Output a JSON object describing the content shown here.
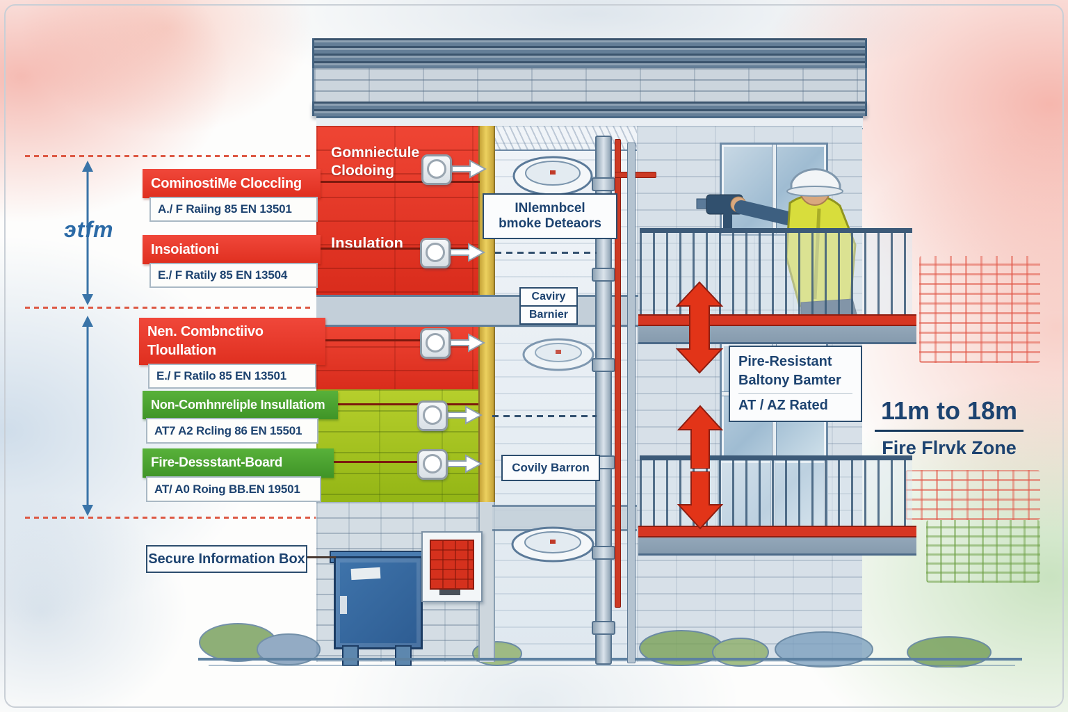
{
  "measurements": {
    "height_label": "эtfm",
    "zone_range": "11m to 18m",
    "zone_name": "Fire Flrvk Zone"
  },
  "material_labels": [
    {
      "name": "CominostiMe Cloccling",
      "rating": "A./ F Raiing 85 EN 13501"
    },
    {
      "name": "Insoiationi",
      "rating": "E./ F Ratily 85 EN 13504"
    },
    {
      "name": "Nen. Combnctiivo Tloullation",
      "rating": "E./ F Ratilo 85 EN 13501"
    },
    {
      "name": "Non-Comhnreliple Insullatiom",
      "rating": "AT7 A2 Rcling 86 EN 15501"
    },
    {
      "name": "Fire-Dessstant-Board",
      "rating": "AT/ A0 Roing BB.EN 19501"
    }
  ],
  "facade_text": {
    "cladding_line1": "Gomniectule",
    "cladding_line2": "Clodoing",
    "insulation": "Insulation"
  },
  "callouts": {
    "secure_box": "Secure Information Box",
    "smoke_line1": "INlemnbcel",
    "smoke_line2": "bmoke Deteaors",
    "cavity_upper_line1": "Caviry",
    "cavity_upper_line2": "Barnier",
    "cavity_lower": "Covily Barron",
    "balcony_line1": "Pire-Resistant",
    "balcony_line2": "Baltony Bamter",
    "balcony_line3": "AT / AZ Rated"
  },
  "colors": {
    "cladding_red": "#e0392a",
    "insulation_green": "#a8c427",
    "label_green": "#4aa32f",
    "cavity_yellow": "#e5c44e",
    "arrow_red": "#e23418",
    "text_navy": "#1d4370",
    "sketch_blue": "#2f6496",
    "cabinet_blue": "#36689f",
    "vest_yellow": "#d6dc35"
  }
}
